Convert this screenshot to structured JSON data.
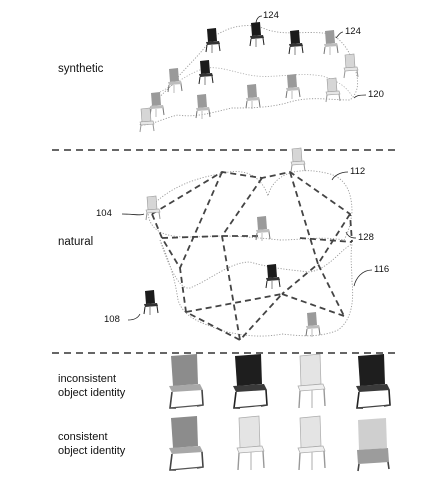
{
  "sections": {
    "synthetic_label": "synthetic",
    "natural_label": "natural"
  },
  "reference_numbers": {
    "r124a": "124",
    "r124b": "124",
    "r120": "120",
    "r112": "112",
    "r104": "104",
    "r128": "128",
    "r116": "116",
    "r108": "108"
  },
  "rows": {
    "inconsistent_line1": "inconsistent",
    "inconsistent_line2": "object identity",
    "consistent_line1": "consistent",
    "consistent_line2": "object identity"
  },
  "icons": {
    "chair": "chair-icon"
  }
}
